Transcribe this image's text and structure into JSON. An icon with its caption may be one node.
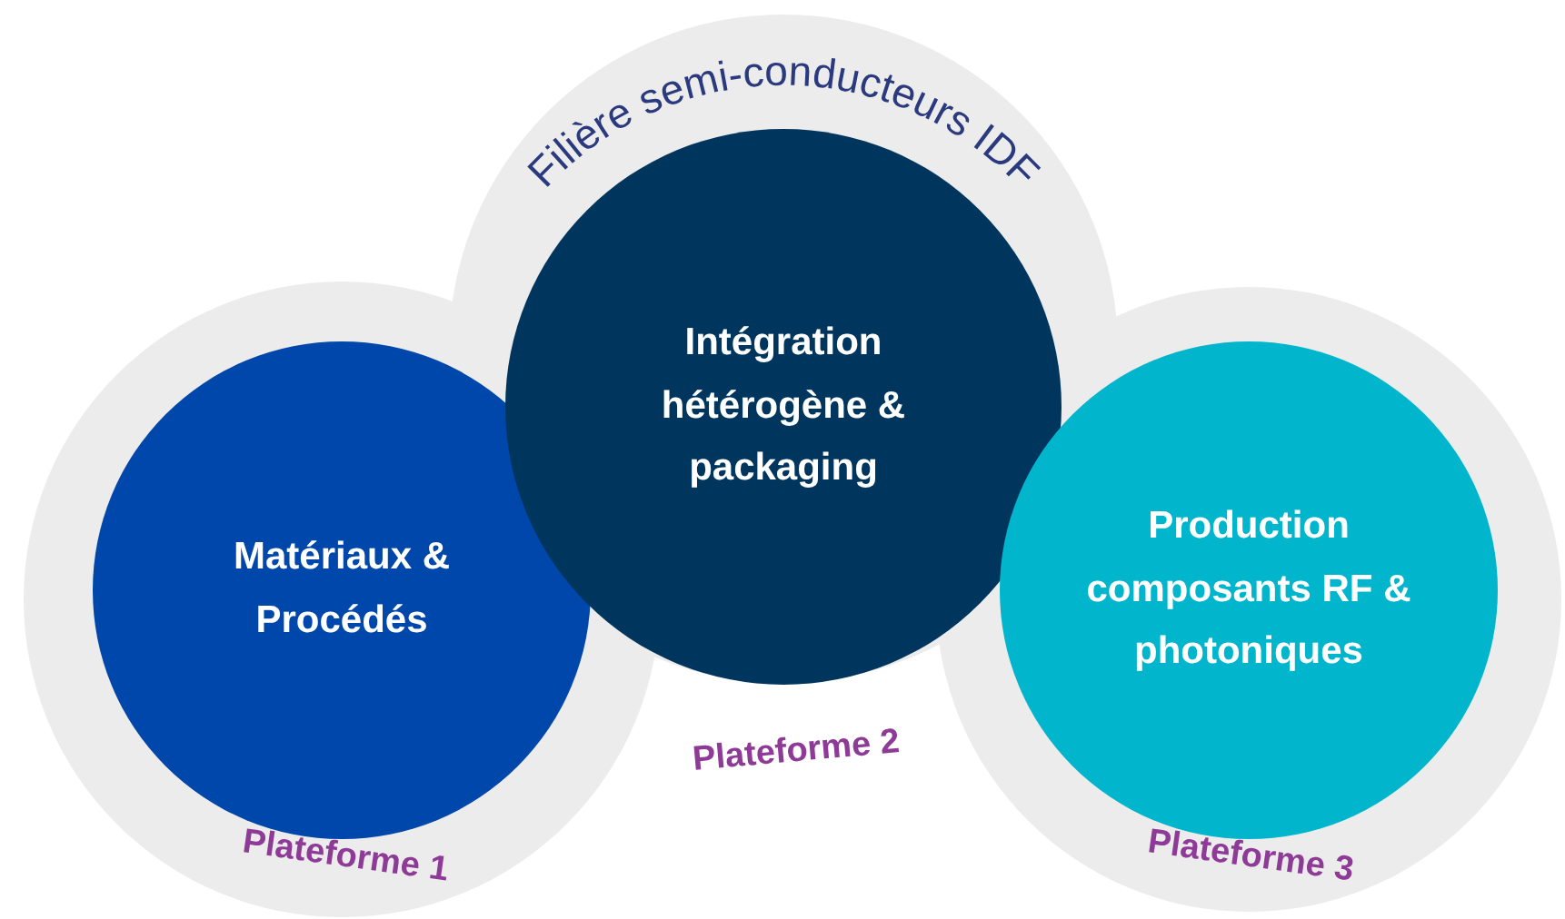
{
  "diagram": {
    "nodes": [
      {
        "text": [
          "Filière semi-conducteurs IDF"
        ]
      },
      {
        "text": [
          "Matériaux & Procédés"
        ],
        "in": 0,
        "beside": [
          "Plateforme 1"
        ]
      },
      {
        "text": [
          "Intégration hétérogène & packaging"
        ],
        "in": 0,
        "beside": [
          "Plateforme 2"
        ]
      },
      {
        "text": [
          "Production composants RF & photoniques"
        ],
        "in": 0,
        "beside": [
          "Plateforme 3"
        ]
      }
    ]
  }
}
